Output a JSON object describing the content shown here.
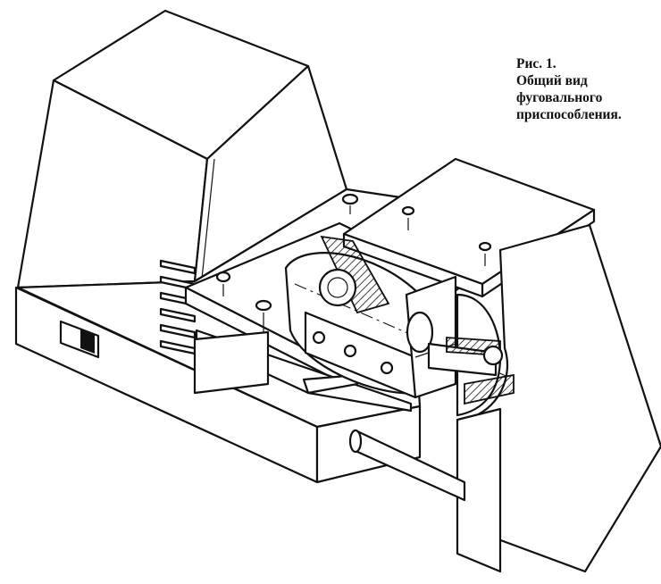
{
  "caption": {
    "line1": "Рис. 1.",
    "line2": "Общий вид",
    "line3": "фуговального",
    "line4": "приспособления."
  }
}
